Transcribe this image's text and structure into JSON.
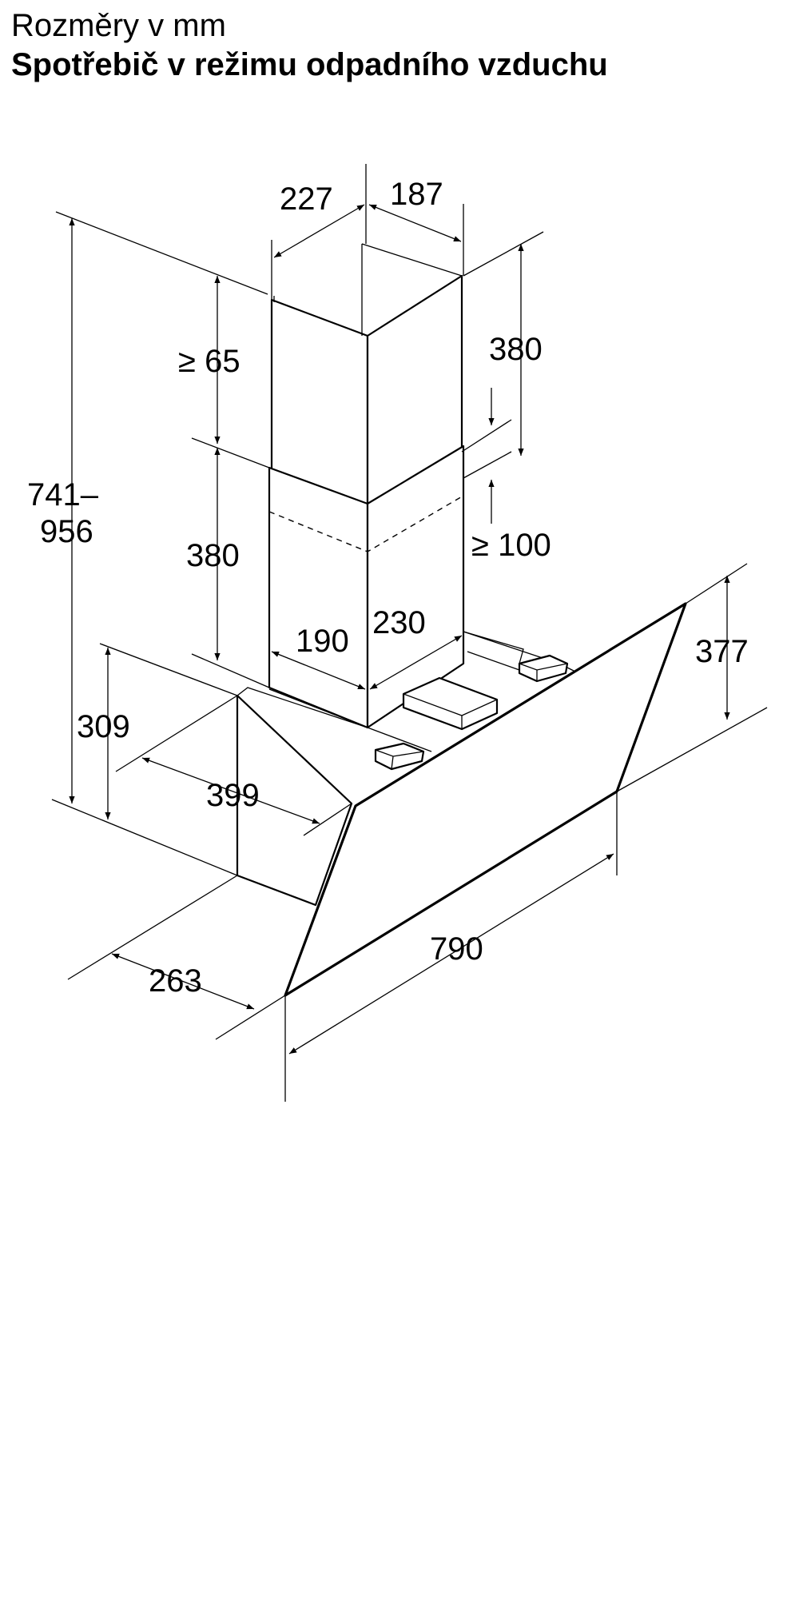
{
  "header": {
    "title": "Rozměry v mm",
    "subtitle": "Spotřebič v režimu odpadního vzduchu"
  },
  "dimensions": {
    "chimney_depth_left": "227",
    "chimney_width_right": "187",
    "min_gap_top": "≥ 65",
    "upper_chimney_height": "380",
    "total_height_line1": "741–",
    "total_height_line2": "956",
    "lower_chimney_height": "380",
    "min_overlap": "≥ 100",
    "lower_chimney_depth": "190",
    "lower_chimney_width": "230",
    "glass_height": "377",
    "body_height": "309",
    "body_width": "399",
    "hood_depth": "263",
    "hood_width": "790"
  }
}
